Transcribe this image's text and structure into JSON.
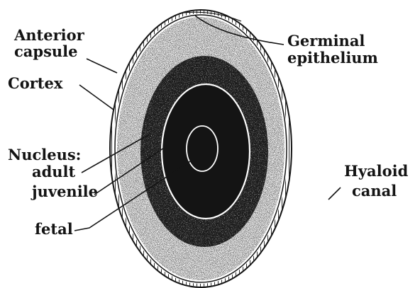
{
  "labels": {
    "anterior_capsule": [
      "Anterior",
      "capsule"
    ],
    "germinal_epithelium": [
      "Germinal",
      "epithelium"
    ],
    "cortex": "Cortex",
    "nucleus": "Nucleus:",
    "adult": "adult",
    "juvenile": "juvenile",
    "fetal": "fetal",
    "hyaloid_canal": [
      "Hyaloid",
      "canal"
    ]
  },
  "colors": {
    "ink": "#141414",
    "background": "#ffffff"
  }
}
